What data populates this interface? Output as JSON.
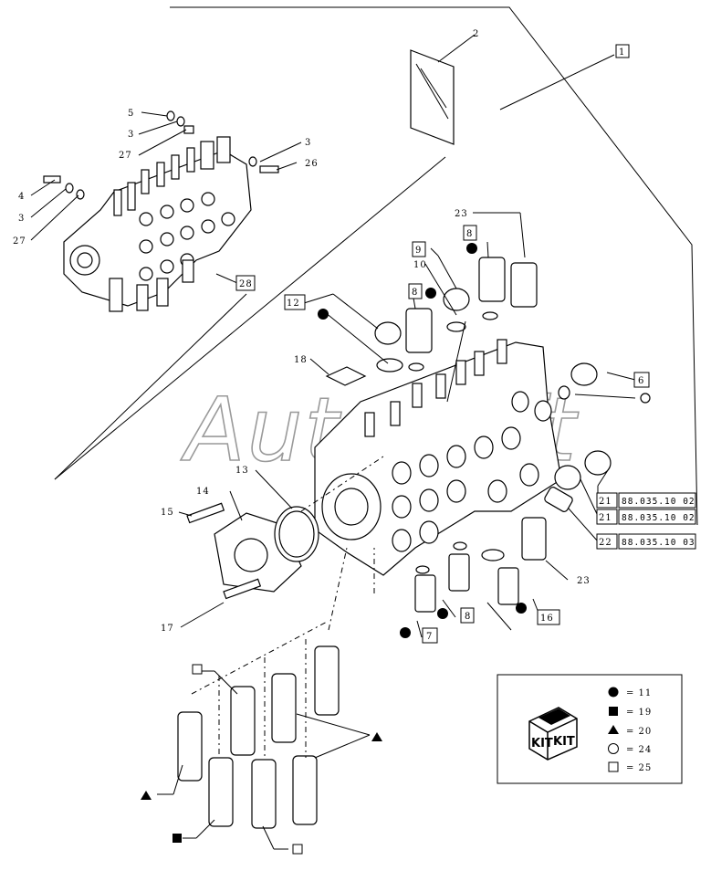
{
  "callouts": {
    "c1": "1",
    "c2": "2",
    "c3a": "3",
    "c3b": "3",
    "c3c": "3",
    "c4": "4",
    "c5": "5",
    "c26": "26",
    "c27a": "27",
    "c27b": "27",
    "c28": "28",
    "c23a": "23",
    "c8a": "8",
    "c9": "9",
    "c10": "10",
    "c12": "12",
    "c8b": "8",
    "c18": "18",
    "c6": "6",
    "c21a": "21",
    "c21b": "21",
    "c22": "22",
    "c13": "13",
    "c14": "14",
    "c15": "15",
    "c17": "17",
    "c23b": "23",
    "c7": "7",
    "c8c": "8",
    "c16": "16"
  },
  "references": {
    "r21a": "88.035.10 02",
    "r21b": "88.035.10 02",
    "r22": "88.035.10 03"
  },
  "watermark": "AutoSoft",
  "legend": {
    "kit_word": "KIT",
    "items": [
      {
        "symbol": "filled-circle",
        "text": "= 11"
      },
      {
        "symbol": "filled-square",
        "text": "= 19"
      },
      {
        "symbol": "filled-triangle",
        "text": "= 20"
      },
      {
        "symbol": "open-circle",
        "text": "= 24"
      },
      {
        "symbol": "open-square",
        "text": "= 25"
      }
    ]
  }
}
